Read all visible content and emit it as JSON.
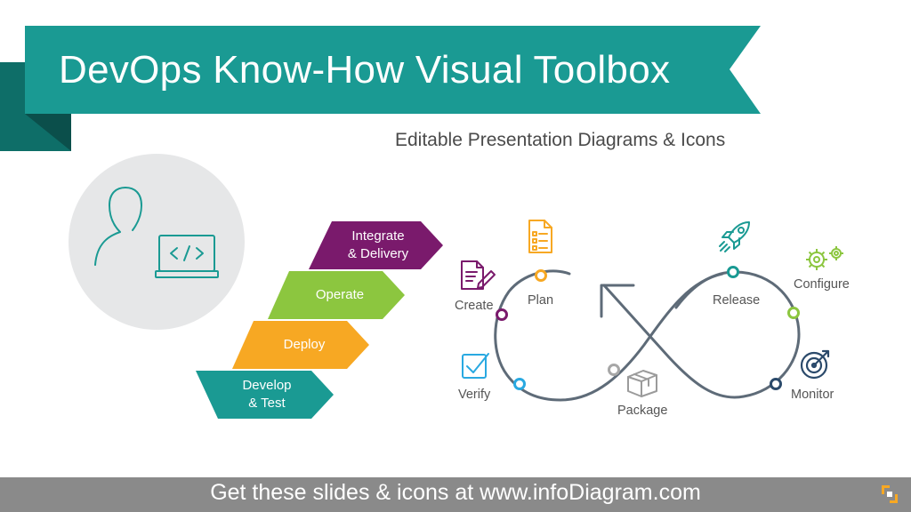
{
  "header": {
    "title": "DevOps Know-How Visual Toolbox",
    "subtitle": "Editable Presentation Diagrams & Icons"
  },
  "stages": [
    {
      "label": "Integrate\n& Delivery",
      "color": "#7a1a6c"
    },
    {
      "label": "Operate",
      "color": "#8cc63f"
    },
    {
      "label": "Deploy",
      "color": "#f7a823"
    },
    {
      "label": "Develop\n& Test",
      "color": "#1a9a93"
    }
  ],
  "cycle": {
    "items": [
      {
        "label": "Create",
        "icon": "create-document-icon"
      },
      {
        "label": "Plan",
        "icon": "plan-checklist-icon"
      },
      {
        "label": "Verify",
        "icon": "verify-checkbox-icon"
      },
      {
        "label": "Package",
        "icon": "package-box-icon"
      },
      {
        "label": "Release",
        "icon": "release-rocket-icon"
      },
      {
        "label": "Configure",
        "icon": "configure-gears-icon"
      },
      {
        "label": "Monitor",
        "icon": "monitor-target-icon"
      }
    ]
  },
  "colors": {
    "teal": "#1a9a93",
    "teal_dark": "#0e6e68",
    "purple": "#7a1a6c",
    "green": "#8cc63f",
    "orange": "#f7a823",
    "blue": "#29a9e1",
    "navy": "#2b4a6b",
    "grey_node": "#a7a7a7",
    "loop_line": "#5e6b78"
  },
  "footer": {
    "text": "Get these slides & icons at www.infoDiagram.com"
  }
}
